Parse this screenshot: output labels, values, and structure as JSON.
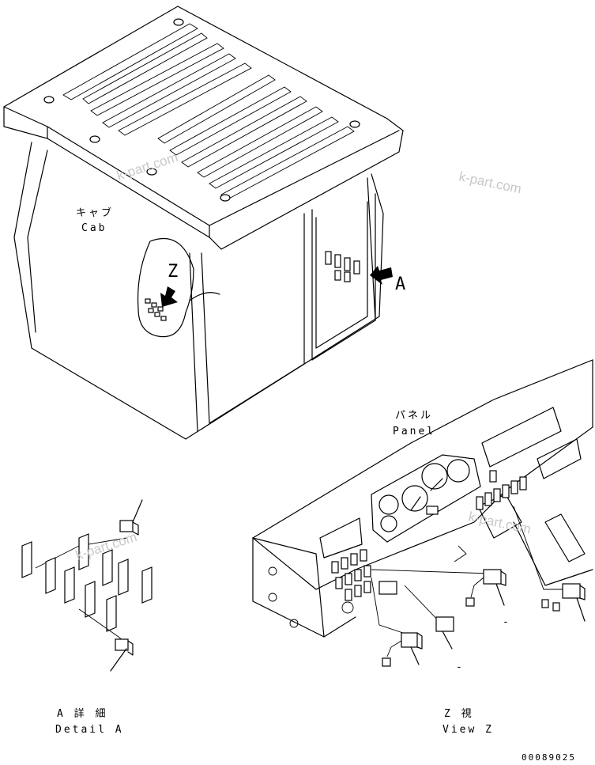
{
  "labels": {
    "cab_jp": "キャブ",
    "cab_en": "Cab",
    "panel_jp": "パネル",
    "panel_en": "Panel",
    "detail_a_jp": "A 詳 細",
    "detail_a_en": "Detail A",
    "view_z_jp": "Z 視",
    "view_z_en": "View Z",
    "callout_z": "Z",
    "callout_a": "A",
    "dash_1": "-",
    "dash_2": "-",
    "drawing_number": "00089025"
  },
  "watermarks": [
    "k-part.com",
    "k-part.com",
    "k-part.com",
    "k-part.com"
  ]
}
